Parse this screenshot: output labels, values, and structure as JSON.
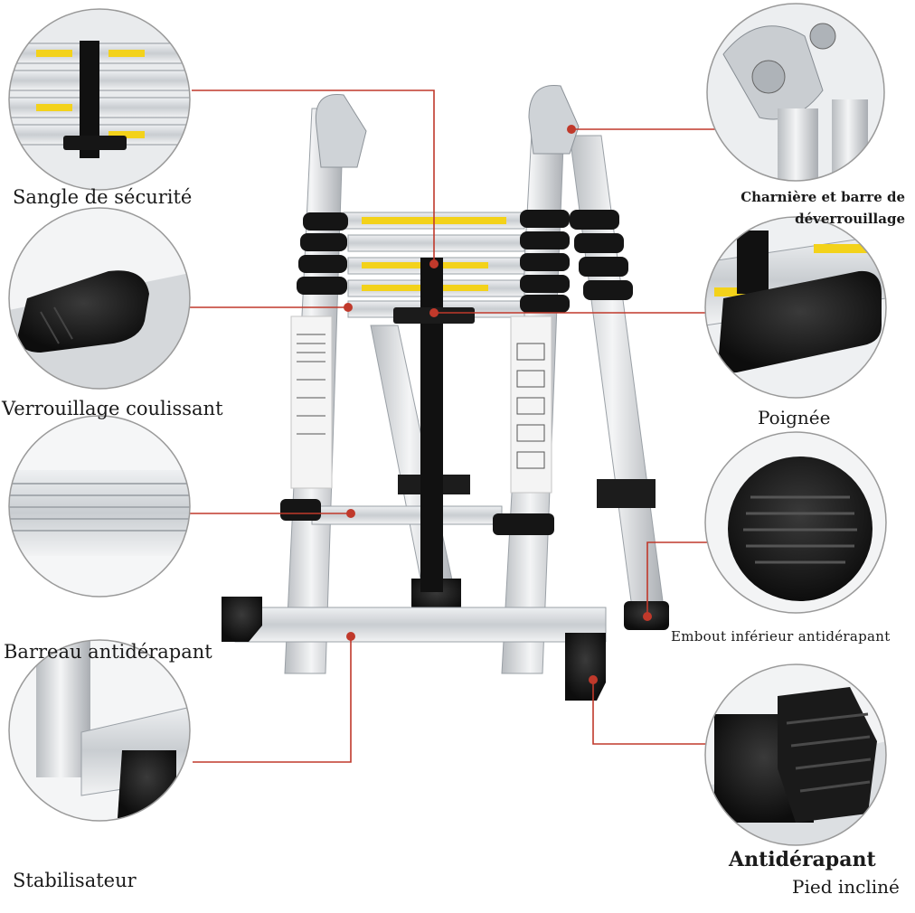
{
  "callouts": {
    "safety_strap": "Sangle de sécurité",
    "hinge_release": [
      "Charnière et barre de",
      "déverrouillage"
    ],
    "slide_lock": "Verrouillage coulissant",
    "handle": "Poignée",
    "non_slip_rung": "Barreau antidérapant",
    "bottom_end_cap": "Embout inférieur antidérapant",
    "stabilizer": "Stabilisateur",
    "inclined_foot_line1": "Antidérapant",
    "inclined_foot_line2": "Pied incliné"
  },
  "colors": {
    "leader_line": "#c0392b",
    "aluminium": "#d9dcdf",
    "rubber": "#1c1c1c",
    "warning_label": "#f3d21a"
  }
}
